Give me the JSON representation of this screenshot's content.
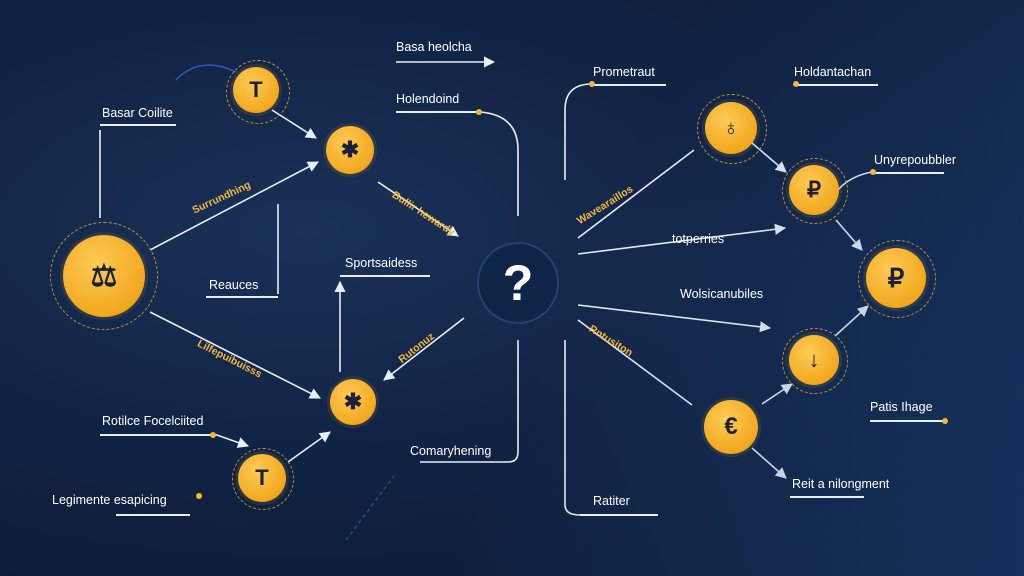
{
  "colors": {
    "accent": "#f5b73b",
    "background": "#112344",
    "line": "#e8eef8"
  },
  "labels": {
    "top_a": "Basa heolcha",
    "top_b": "Holendoind",
    "left_top": "Basar Coilite",
    "resources": "Reauces",
    "sport": "Sportsaidess",
    "notice": "Rotilce Focelciited",
    "legimente": "Legimente esapicing",
    "compary": "Comaryhening",
    "prometraut": "Prometraut",
    "holdantaction": "Holdantachan",
    "unyre": "Unyrepoubbler",
    "totperries": "totperries",
    "wolsic": "Wolsicanubiles",
    "patis": "Patis Ihage",
    "reit": "Reit a nilongment",
    "ratiter": "Ratiter"
  },
  "slanted": {
    "s1": "Surrundhing",
    "s2": "Lilfepuibuisss",
    "s3": "Bullir hewardy",
    "s4": "Rutonuz",
    "s5": "Wavearaillos",
    "s6": "Rntusiton"
  },
  "icons": {
    "big_left": "scales-icon",
    "top_left": "pillar-icon",
    "mid_top": "star-icon",
    "mid_bottom": "star-icon",
    "bottom_left": "pillar-icon",
    "center": "question-icon",
    "right_top": "bag-icon",
    "right_upper": "ruble-icon",
    "right_far": "ruble-icon",
    "right_lower": "down-arrow-icon",
    "right_bottom": "euro-icon"
  },
  "glyphs": {
    "big_left": "⚖",
    "top_left": "T",
    "mid_top": "✱",
    "mid_bottom": "✱",
    "bottom_left": "T",
    "center": "?",
    "right_top": "♁",
    "right_upper": "₽",
    "right_far": "₽",
    "right_lower": "↓",
    "right_bottom": "€"
  }
}
